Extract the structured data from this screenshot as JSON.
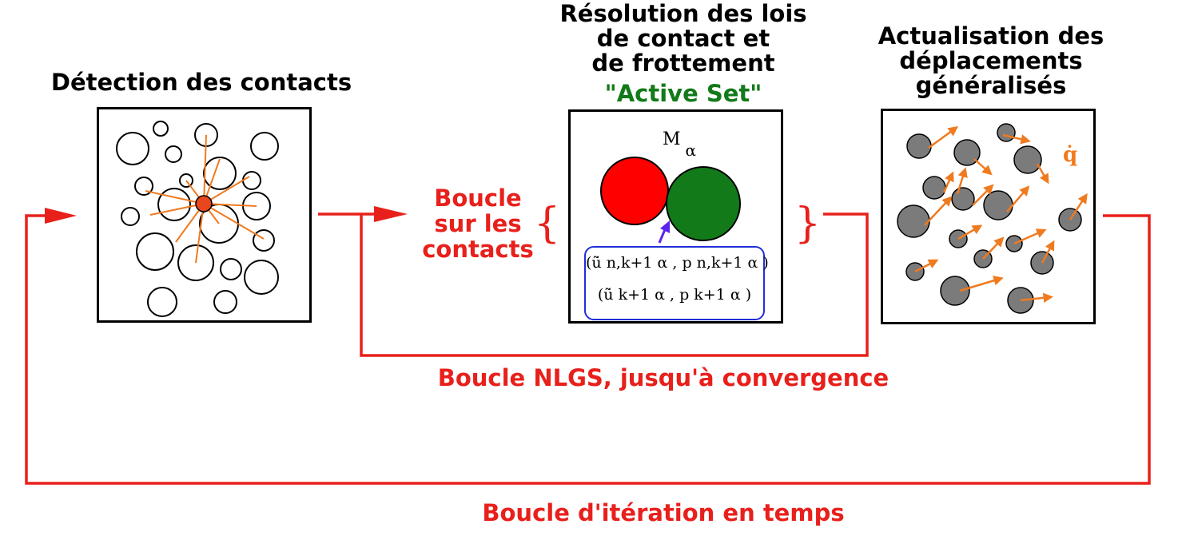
{
  "panels": {
    "detection": {
      "title": "Détection des contacts"
    },
    "resolution": {
      "title_lines": [
        "Résolution des lois",
        "de contact et",
        "de frottement"
      ],
      "subtitle": "\"Active Set\"",
      "matrix_label": "M",
      "matrix_sub": "α",
      "vector_line1": "(ũ̇ n,k+1 α , p n,k+1 α )",
      "vector_line2": "(ũ̇ k+1 α , p k+1 α )"
    },
    "update": {
      "title_lines": [
        "Actualisation des",
        "déplacements",
        "généralisés"
      ],
      "velocity_label": "q̇"
    }
  },
  "loops": {
    "contacts": [
      "Boucle",
      "sur les",
      "contacts"
    ],
    "nlgs": "Boucle NLGS, jusqu'à convergence",
    "time": "Boucle d'itération en temps"
  },
  "colors": {
    "loop": "#e8201c",
    "ray": "#f07a1e",
    "active": "#137a1a",
    "grain": "#7b7b7b",
    "frame": "#1f2fd6"
  }
}
